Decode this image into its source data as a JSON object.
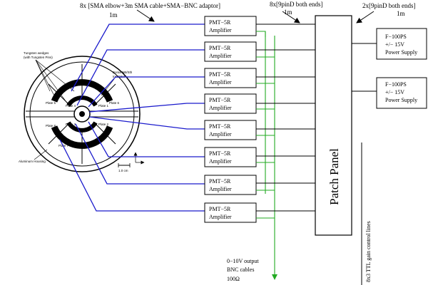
{
  "top_labels": {
    "sma_cables": "8x [SMA elbow+3m SMA cable+SMA−BNC adaptor]",
    "sma_length": "1m",
    "pin_cables": "8x[9pinD both ends]",
    "pin_length": "1m",
    "ps_cables": "2x[9pinD both ends]",
    "ps_length": "1m"
  },
  "amplifiers": [
    {
      "line1": "PMT−5R",
      "line2": "Amplifier"
    },
    {
      "line1": "PMT−5R",
      "line2": "Amplifier"
    },
    {
      "line1": "PMT−5R",
      "line2": "Amplifier"
    },
    {
      "line1": "PMT−5R",
      "line2": "Amplifier"
    },
    {
      "line1": "PMT−5R",
      "line2": "Amplifier"
    },
    {
      "line1": "PMT−5R",
      "line2": "Amplifier"
    },
    {
      "line1": "PMT−5R",
      "line2": "Amplifier"
    },
    {
      "line1": "PMT−5R",
      "line2": "Amplifier"
    }
  ],
  "patch_panel": "Patch Panel",
  "power_supplies": [
    {
      "model": "F−100PS",
      "voltage": "+/− 15V",
      "label": "Power Supply"
    },
    {
      "model": "F−100PS",
      "voltage": "+/− 15V",
      "label": "Power Supply"
    }
  ],
  "output_note": {
    "line1": "0−10V output",
    "line2": "BNC cables",
    "line3": "100Ω"
  },
  "ttl_label": "8x3 TTL gain control lines",
  "detector": {
    "tungsten_label_1": "Tungsten wedges",
    "tungsten_label_2": "(with Tungsten Pins)",
    "borax_label_1": "Borax NB/Sth",
    "borax_label_2": "Insulator",
    "housing_label": "Aluminum Housing",
    "scale_label": "1.0 cm",
    "plates": [
      "Plate 5",
      "Plate 4",
      "Plate 1",
      "Plate 6",
      "Plate 8",
      "Plate 3",
      "Plate 2",
      "Plate 7"
    ]
  },
  "colors": {
    "sma_cable": "#1a1acc",
    "output_cable": "#22aa22",
    "wire": "#000000"
  }
}
